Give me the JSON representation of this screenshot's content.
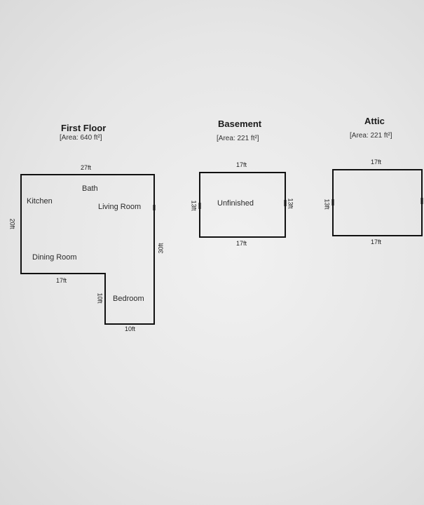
{
  "floors": [
    {
      "title": "First Floor",
      "area": "[Area: 640 ft²]",
      "rooms": [
        "Kitchen",
        "Bath",
        "Living Room",
        "Dining Room",
        "Bedroom"
      ],
      "dims": {
        "top": "27ft",
        "left": "20ft",
        "right": "30ft",
        "inner_bottom": "17ft",
        "inner_side": "10ft",
        "bottom": "10ft"
      }
    },
    {
      "title": "Basement",
      "area": "[Area: 221 ft²]",
      "rooms": [
        "Unfinished"
      ],
      "dims": {
        "top": "17ft",
        "bottom": "17ft",
        "left": "13ft",
        "right": "13ft"
      }
    },
    {
      "title": "Attic",
      "area": "[Area: 221 ft²]",
      "rooms": [],
      "dims": {
        "top": "17ft",
        "bottom": "17ft",
        "left": "13ft"
      }
    }
  ]
}
